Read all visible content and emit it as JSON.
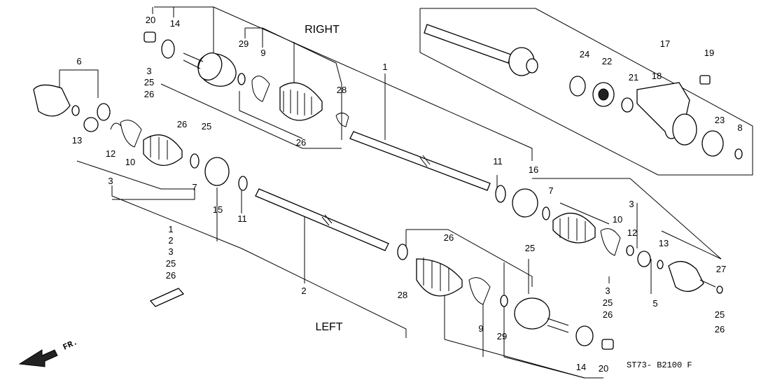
{
  "titles": {
    "right": "RIGHT",
    "left": "LEFT"
  },
  "diagram_code": "ST73- B2100 F",
  "front_indicator": "FR.",
  "callouts": {
    "c1a": "1",
    "c2a": "2",
    "c3a": "3",
    "c3b": "3",
    "c3c": "3",
    "c3d": "3",
    "c5": "5",
    "c6": "6",
    "c7a": "7",
    "c7b": "7",
    "c8": "8",
    "c9a": "9",
    "c9b": "9",
    "c10a": "10",
    "c10b": "10",
    "c11a": "11",
    "c11b": "11",
    "c12a": "12",
    "c12b": "12",
    "c13a": "13",
    "c13b": "13",
    "c14a": "14",
    "c14b": "14",
    "c15": "15",
    "c16": "16",
    "c17": "17",
    "c18": "18",
    "c19": "19",
    "c20a": "20",
    "c20b": "20",
    "c21": "21",
    "c22": "22",
    "c23": "23",
    "c24": "24",
    "c25a": "25",
    "c25b": "25",
    "c25c": "25",
    "c25d": "25",
    "c25e": "25",
    "c26a": "26",
    "c26b": "26",
    "c26c": "26",
    "c26d": "26",
    "c26e": "26",
    "c26f": "26",
    "c27": "27",
    "c28a": "28",
    "c28b": "28",
    "c29a": "29",
    "c29b": "29",
    "k1": "1",
    "k2": "2",
    "k3": "3",
    "k25": "25",
    "k26": "26"
  }
}
